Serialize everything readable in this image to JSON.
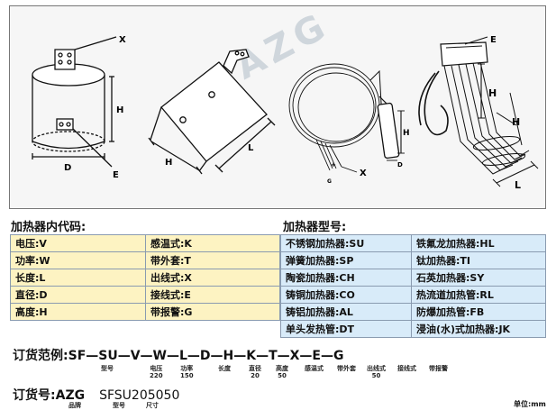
{
  "figure": {
    "watermark": "AZG",
    "labels": {
      "x1": "X",
      "h1": "H",
      "d1": "D",
      "e1": "E",
      "h2": "H",
      "l2": "L",
      "h3": "H",
      "d3": "D",
      "x3": "X",
      "g3": "G",
      "plus3": "+",
      "e4": "E",
      "h4a": "H",
      "h4b": "H",
      "l4": "L"
    }
  },
  "left_table": {
    "title": "加热器内代码:",
    "rows": [
      [
        "电压:V",
        "感温式:K"
      ],
      [
        "功率:W",
        "带外套:T"
      ],
      [
        "长度:L",
        "出线式:X"
      ],
      [
        "直径:D",
        "接线式:E"
      ],
      [
        "高度:H",
        "带报警:G"
      ]
    ]
  },
  "right_table": {
    "title": "加热器型号:",
    "rows": [
      [
        "不锈钢加热器:SU",
        "铁氟龙加热器:HL"
      ],
      [
        "弹簧加热器:SP",
        "钛加热器:TI"
      ],
      [
        "陶瓷加热器:CH",
        "石英加热器:SY"
      ],
      [
        "铸铜加热器:CO",
        "热流道加热管:RL"
      ],
      [
        "铸铝加热器:AL",
        "防爆加热管:FB"
      ],
      [
        "单头发热管:DT",
        "浸油(水)式加热器:JK"
      ]
    ]
  },
  "order_example": {
    "label": "订货范例:",
    "code": "SF—SU—V—W—L—D—H—K—T—X—E—G",
    "sub_labels": [
      "型号",
      "电压\n220",
      "功率\n150",
      "长度",
      "直径\n20",
      "高度\n50",
      "感温式",
      "带外套",
      "出线式\n50",
      "接线式",
      "带报警"
    ]
  },
  "order_number": {
    "label": "订货号:",
    "brand": "AZG",
    "model": "SFSU205050",
    "sub_labels": [
      "品牌",
      "型号",
      "尺寸"
    ]
  },
  "unit": "单位:mm"
}
